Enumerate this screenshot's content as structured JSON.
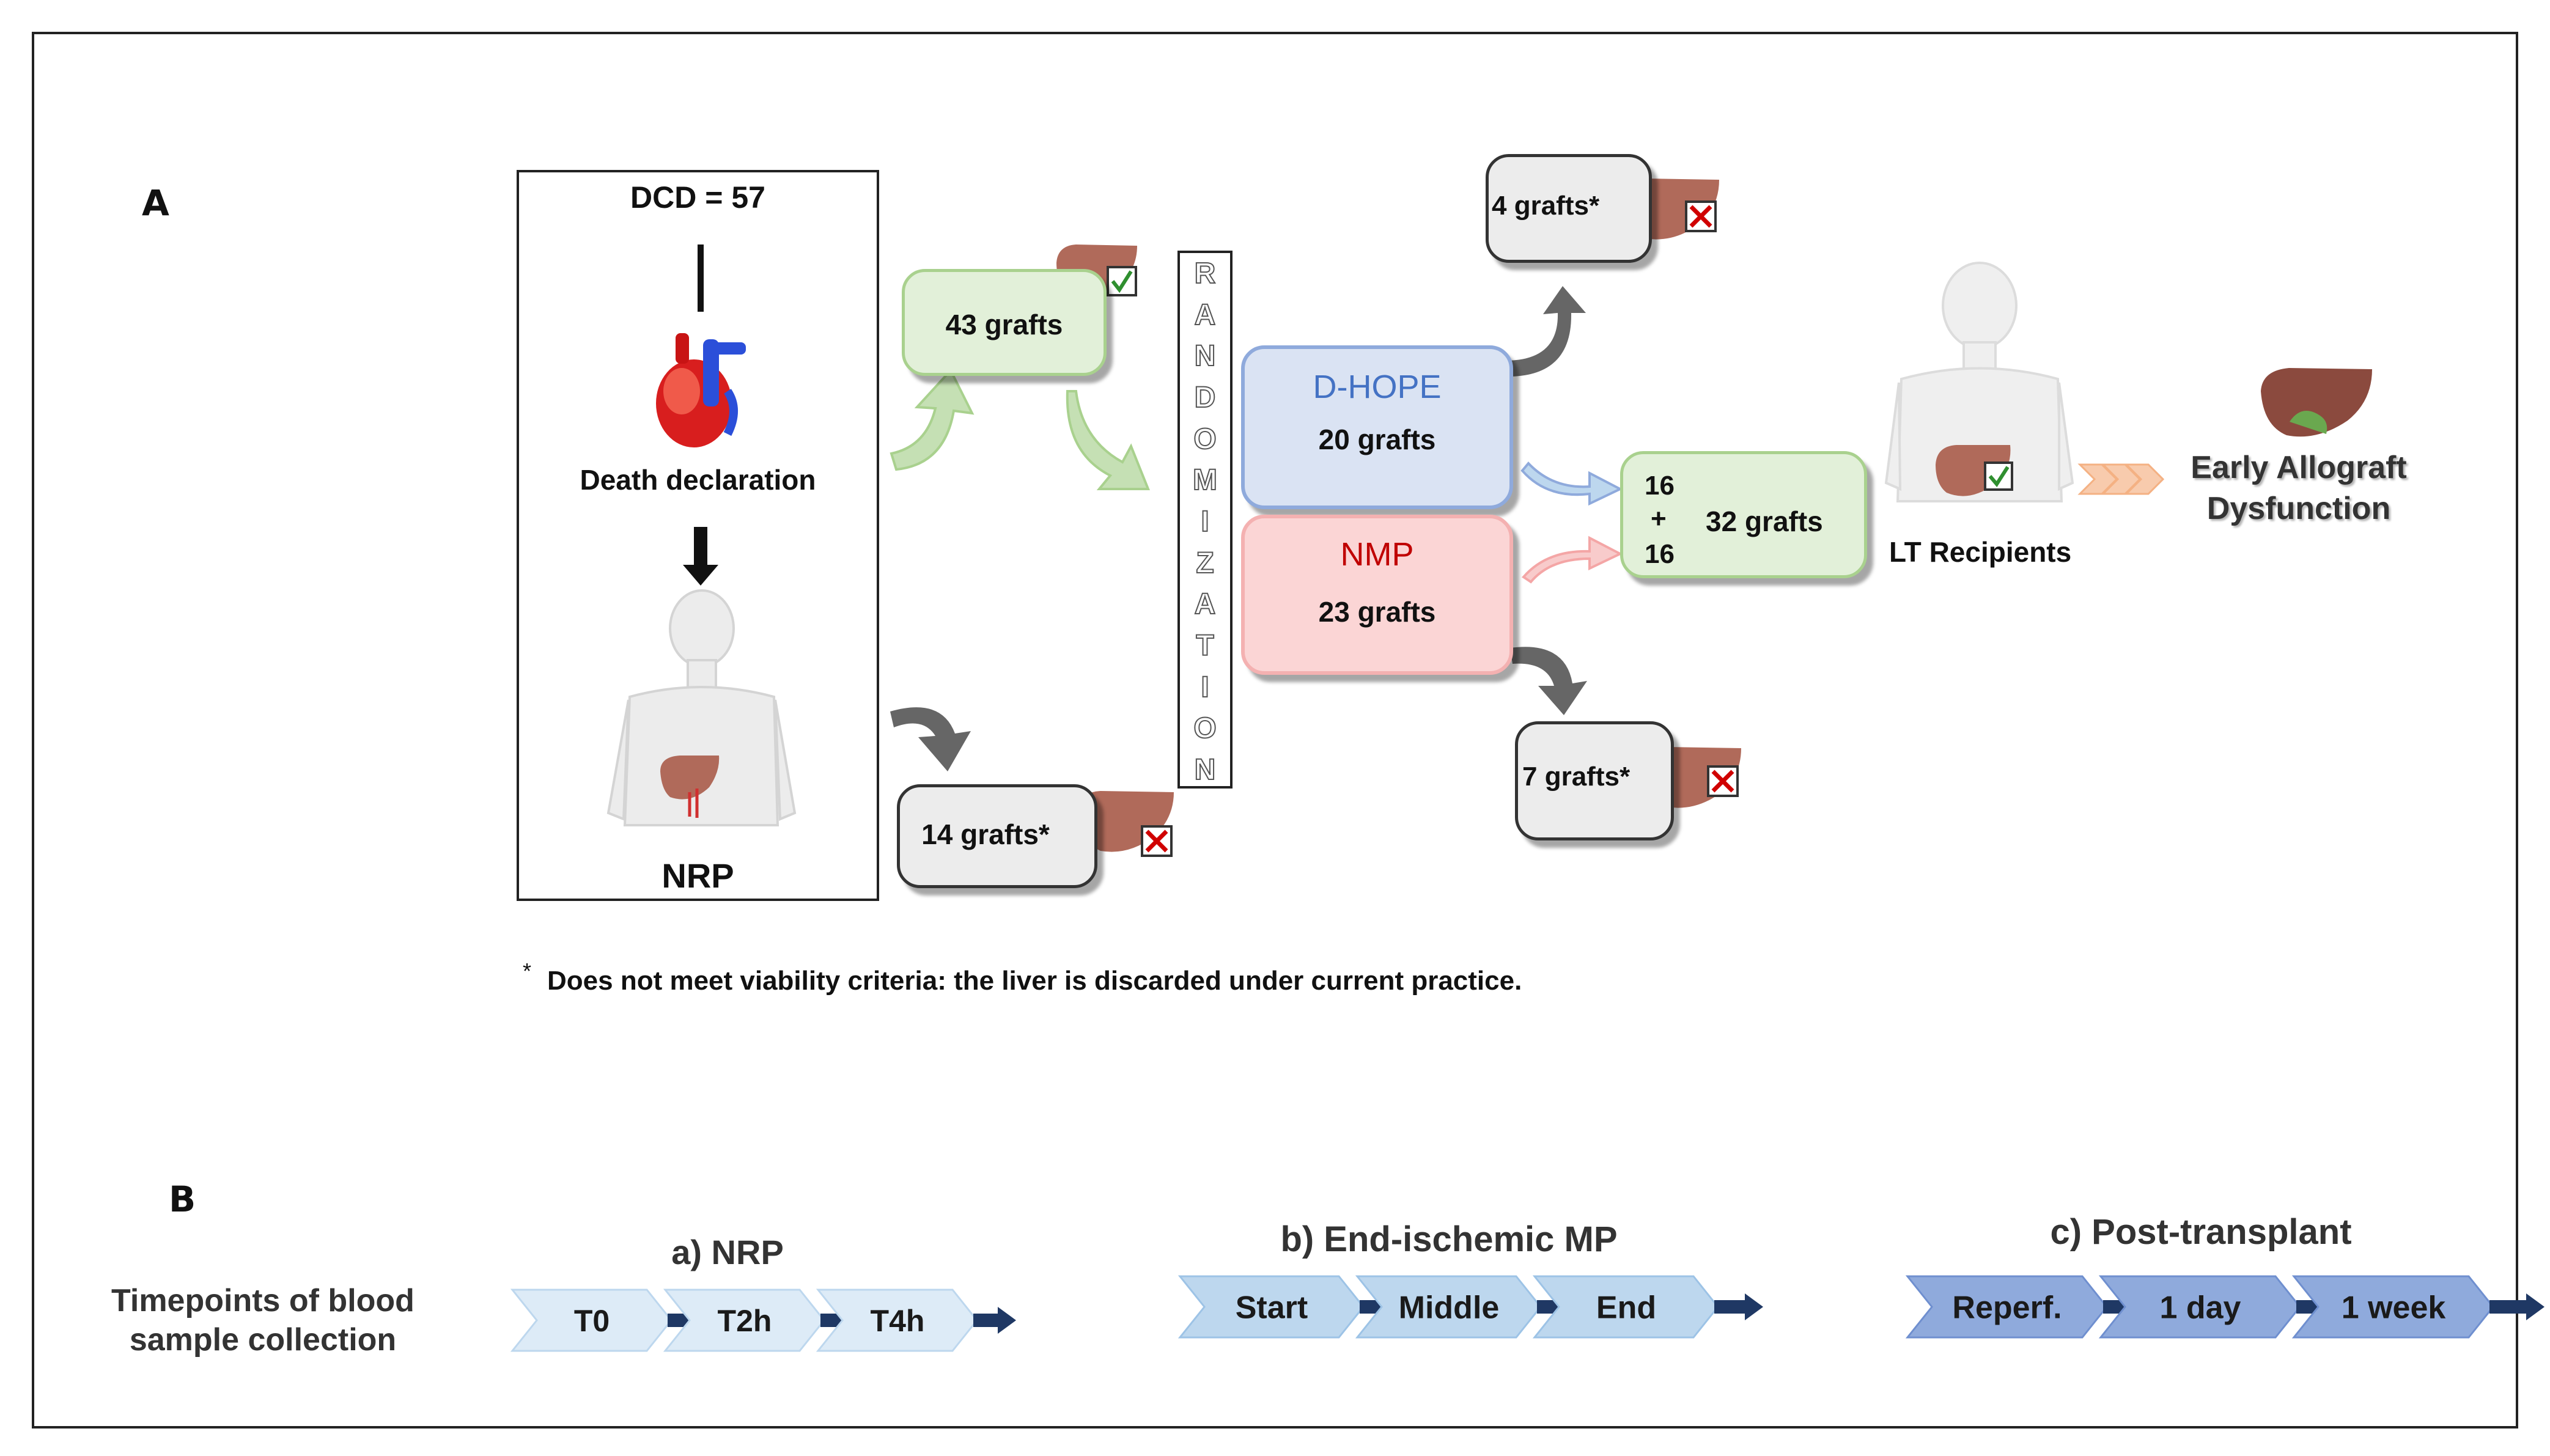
{
  "panel_a": {
    "label": "A",
    "dcd": "DCD = 57",
    "death_declaration": "Death declaration",
    "nrp": "NRP",
    "grafts_43": "43 grafts",
    "grafts_14": "14 grafts*",
    "randomization": [
      "R",
      "A",
      "N",
      "D",
      "O",
      "M",
      "I",
      "Z",
      "A",
      "T",
      "I",
      "O",
      "N"
    ],
    "dhope_title": "D-HOPE",
    "dhope_grafts": "20 grafts",
    "nmp_title": "NMP",
    "nmp_grafts": "23 grafts",
    "grafts_4": "4 grafts*",
    "grafts_7": "7 grafts*",
    "sum_top": "16",
    "sum_plus": "+",
    "sum_bottom": "16",
    "grafts_32": "32 grafts",
    "lt_recipients": "LT Recipients",
    "ead_line1": "Early Allograft",
    "ead_line2": "Dysfunction",
    "footnote_star": "*",
    "footnote": "Does not meet viability criteria: the liver is discarded under current practice."
  },
  "panel_b": {
    "label": "B",
    "timepoints_line1": "Timepoints of blood",
    "timepoints_line2": "sample  collection",
    "groups": [
      {
        "title": "a) NRP",
        "steps": [
          "T0",
          "T2h",
          "T4h"
        ]
      },
      {
        "title": "b) End-ischemic MP",
        "steps": [
          "Start",
          "Middle",
          "End"
        ]
      },
      {
        "title": "c) Post-transplant",
        "steps": [
          "Reperf.",
          "1 day",
          "1 week"
        ]
      }
    ]
  },
  "colors": {
    "green_box": "#e2f0d9",
    "green_border": "#a9d18e",
    "blue_box": "#dae3f3",
    "blue_border": "#8faadc",
    "blue_text": "#4472c4",
    "red_box": "#fbd5d5",
    "red_border": "#f4b1b1",
    "red_text": "#c00000",
    "grey_box": "#ececec",
    "liver": "#b06a5a",
    "chevron_dark": "#1f3864"
  }
}
